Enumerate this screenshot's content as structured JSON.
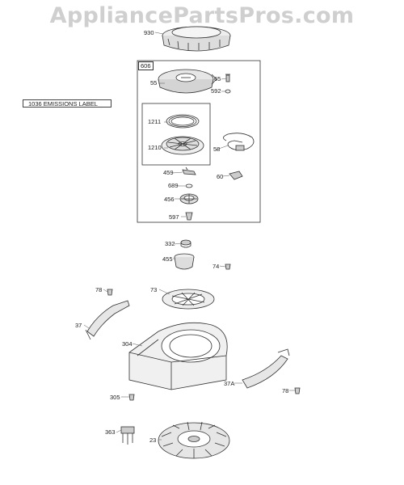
{
  "header": {
    "watermark": "AppliancePartsPros.com"
  },
  "labels": {
    "emissions_label": "1036 EMISSIONS LABEL",
    "group_box": "606"
  },
  "callouts": [
    {
      "key": "930",
      "text": "930"
    },
    {
      "key": "55",
      "text": "55"
    },
    {
      "key": "65",
      "text": "65"
    },
    {
      "key": "592",
      "text": "592"
    },
    {
      "key": "1211",
      "text": "1211"
    },
    {
      "key": "1210",
      "text": "1210"
    },
    {
      "key": "58",
      "text": "58"
    },
    {
      "key": "459",
      "text": "459"
    },
    {
      "key": "60",
      "text": "60"
    },
    {
      "key": "689",
      "text": "689"
    },
    {
      "key": "456",
      "text": "456"
    },
    {
      "key": "597",
      "text": "597"
    },
    {
      "key": "332",
      "text": "332"
    },
    {
      "key": "455",
      "text": "455"
    },
    {
      "key": "74",
      "text": "74"
    },
    {
      "key": "78a",
      "text": "78"
    },
    {
      "key": "73",
      "text": "73"
    },
    {
      "key": "37",
      "text": "37"
    },
    {
      "key": "304",
      "text": "304"
    },
    {
      "key": "37A",
      "text": "37A"
    },
    {
      "key": "78b",
      "text": "78"
    },
    {
      "key": "305",
      "text": "305"
    },
    {
      "key": "363",
      "text": "363"
    },
    {
      "key": "23",
      "text": "23"
    }
  ]
}
